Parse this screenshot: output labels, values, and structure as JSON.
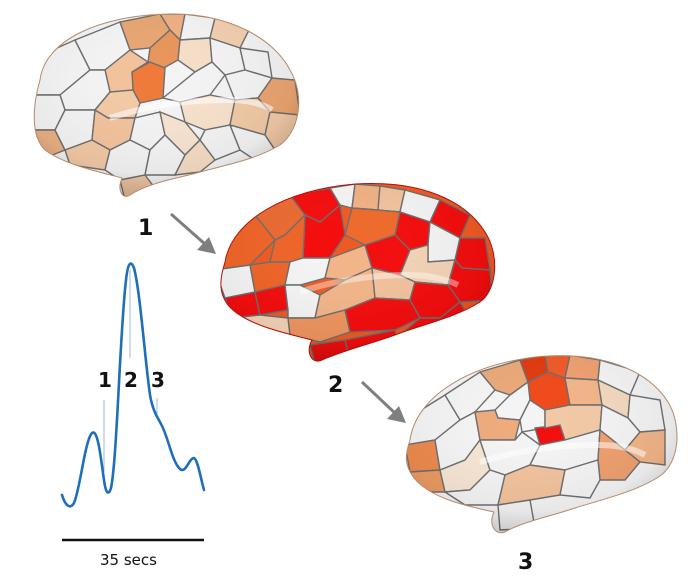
{
  "figure": {
    "stages": [
      {
        "label": "1",
        "description": "brain surface map - low activation"
      },
      {
        "label": "2",
        "description": "brain surface map - peak activation"
      },
      {
        "label": "3",
        "description": "brain surface map - decaying activation"
      }
    ],
    "waveform": {
      "markers": [
        "1",
        "2",
        "3"
      ],
      "scale_bar_label": "35 secs",
      "line_color": "#1f6fb8"
    },
    "colors": {
      "parcel_border": "#6e6e6e",
      "white": "#f4f4f4",
      "light": "#f5dcc4",
      "mid": "#eda874",
      "orange": "#ef7a3a",
      "strong": "#f04e1e",
      "red": "#f40d0d",
      "arrow": "#7f7f7f"
    }
  },
  "chart_data": {
    "type": "line",
    "title": "",
    "xlabel": "35 secs (scale bar)",
    "ylabel": "",
    "x": [
      0,
      2,
      4,
      6,
      8,
      10,
      12,
      14,
      16,
      18,
      20,
      22,
      24,
      26,
      28,
      30,
      32,
      35
    ],
    "values": [
      0.18,
      0.14,
      0.22,
      0.36,
      0.29,
      0.1,
      0.4,
      0.85,
      1.0,
      0.8,
      0.55,
      0.46,
      0.38,
      0.27,
      0.24,
      0.3,
      0.27,
      0.16
    ],
    "annotations": [
      {
        "label": "1",
        "x": 10
      },
      {
        "label": "2",
        "x": 16
      },
      {
        "label": "3",
        "x": 22
      }
    ],
    "grid": false
  }
}
